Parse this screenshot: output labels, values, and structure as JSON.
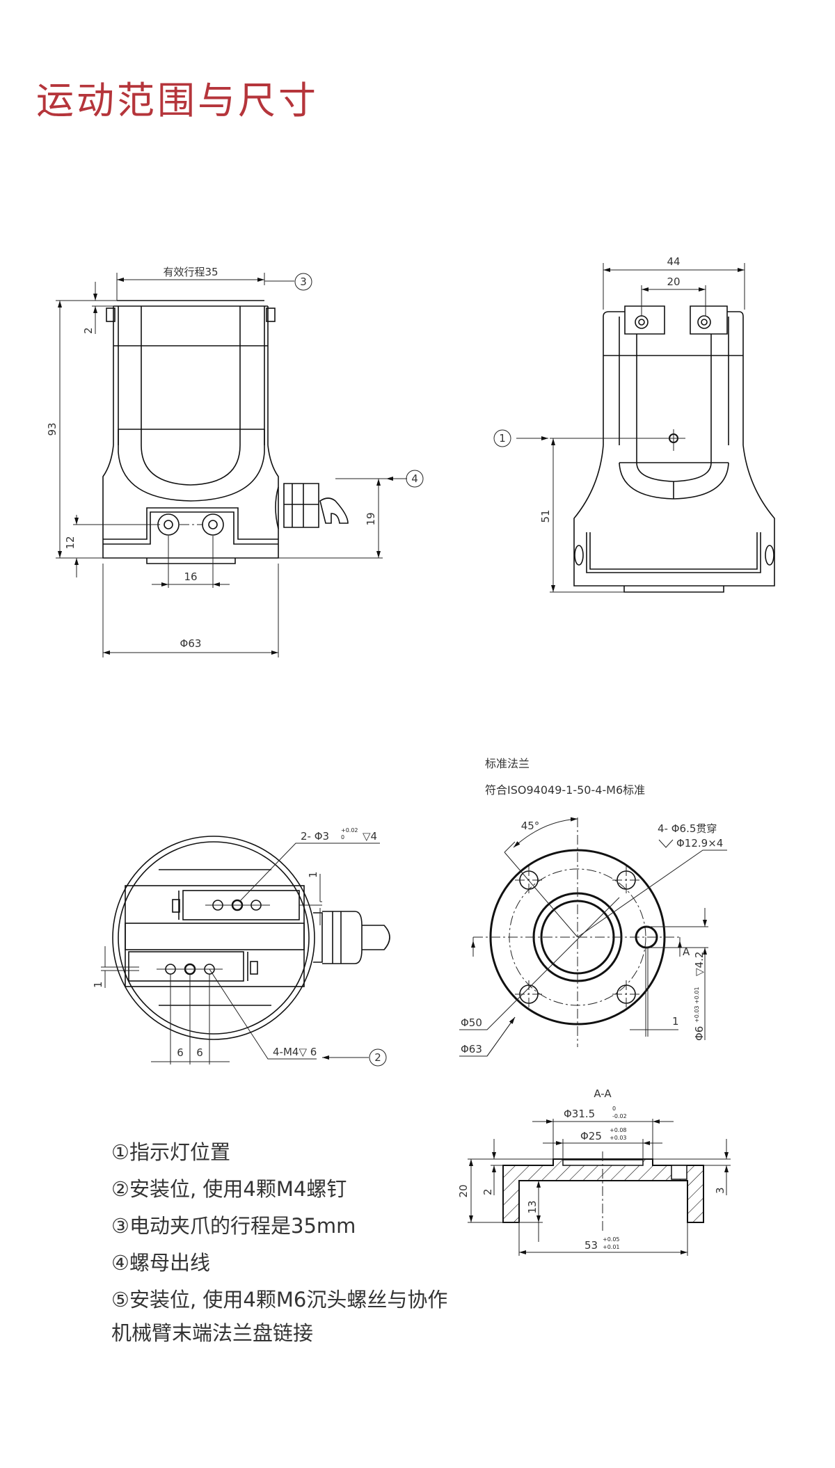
{
  "title": "运动范围与尺寸",
  "accent_color": "#b5353b",
  "side_view": {
    "stroke_label": "有效行程35",
    "dim_93": "93",
    "dim_2": "2",
    "dim_12": "12",
    "dim_16": "16",
    "dim_phi63": "Φ63",
    "dim_19": "19",
    "callout_3": "3",
    "callout_4": "4"
  },
  "front_view": {
    "dim_44": "44",
    "dim_20": "20",
    "dim_51": "51",
    "callout_1": "1"
  },
  "top_view": {
    "pin_label": "2- Φ3",
    "pin_tol_upper": "+0.02",
    "pin_tol_lower": "0",
    "pin_depth": "▽4",
    "screw_label": "4-M4▽ 6",
    "dim_6a": "6",
    "dim_6b": "6",
    "dim_1a": "1",
    "dim_1b": "1",
    "callout_2": "2"
  },
  "flange": {
    "heading": "标准法兰",
    "standard": "符合ISO94049-1-50-4-M6标准",
    "angle": "45°",
    "hole_label": "4- Φ6.5贯穿",
    "counterbore_label": "Φ12.9×4",
    "dim_phi50": "Φ50",
    "dim_phi63": "Φ63",
    "section_mark": "A",
    "dim_1": "1",
    "pin_hole_label": "Φ6",
    "pin_hole_tol": "+0.03 +0.01",
    "pin_hole_depth": "▽4.2"
  },
  "section": {
    "title": "A-A",
    "dim_phi315": "Φ31.5",
    "tol_phi315_upper": "0",
    "tol_phi315_lower": "-0.02",
    "dim_phi25": "Φ25",
    "tol_phi25_upper": "+0.08",
    "tol_phi25_lower": "+0.03",
    "dim_20": "20",
    "dim_2": "2",
    "dim_13": "13",
    "dim_3": "3",
    "dim_53": "53",
    "tol_53_upper": "+0.05",
    "tol_53_lower": "+0.01"
  },
  "legend": [
    "①指示灯位置",
    "②安装位, 使用4颗M4螺钉",
    "③电动夹爪的行程是35mm",
    "④螺母出线",
    "⑤安装位, 使用4颗M6沉头螺丝与协作",
    "机械臂末端法兰盘链接"
  ]
}
